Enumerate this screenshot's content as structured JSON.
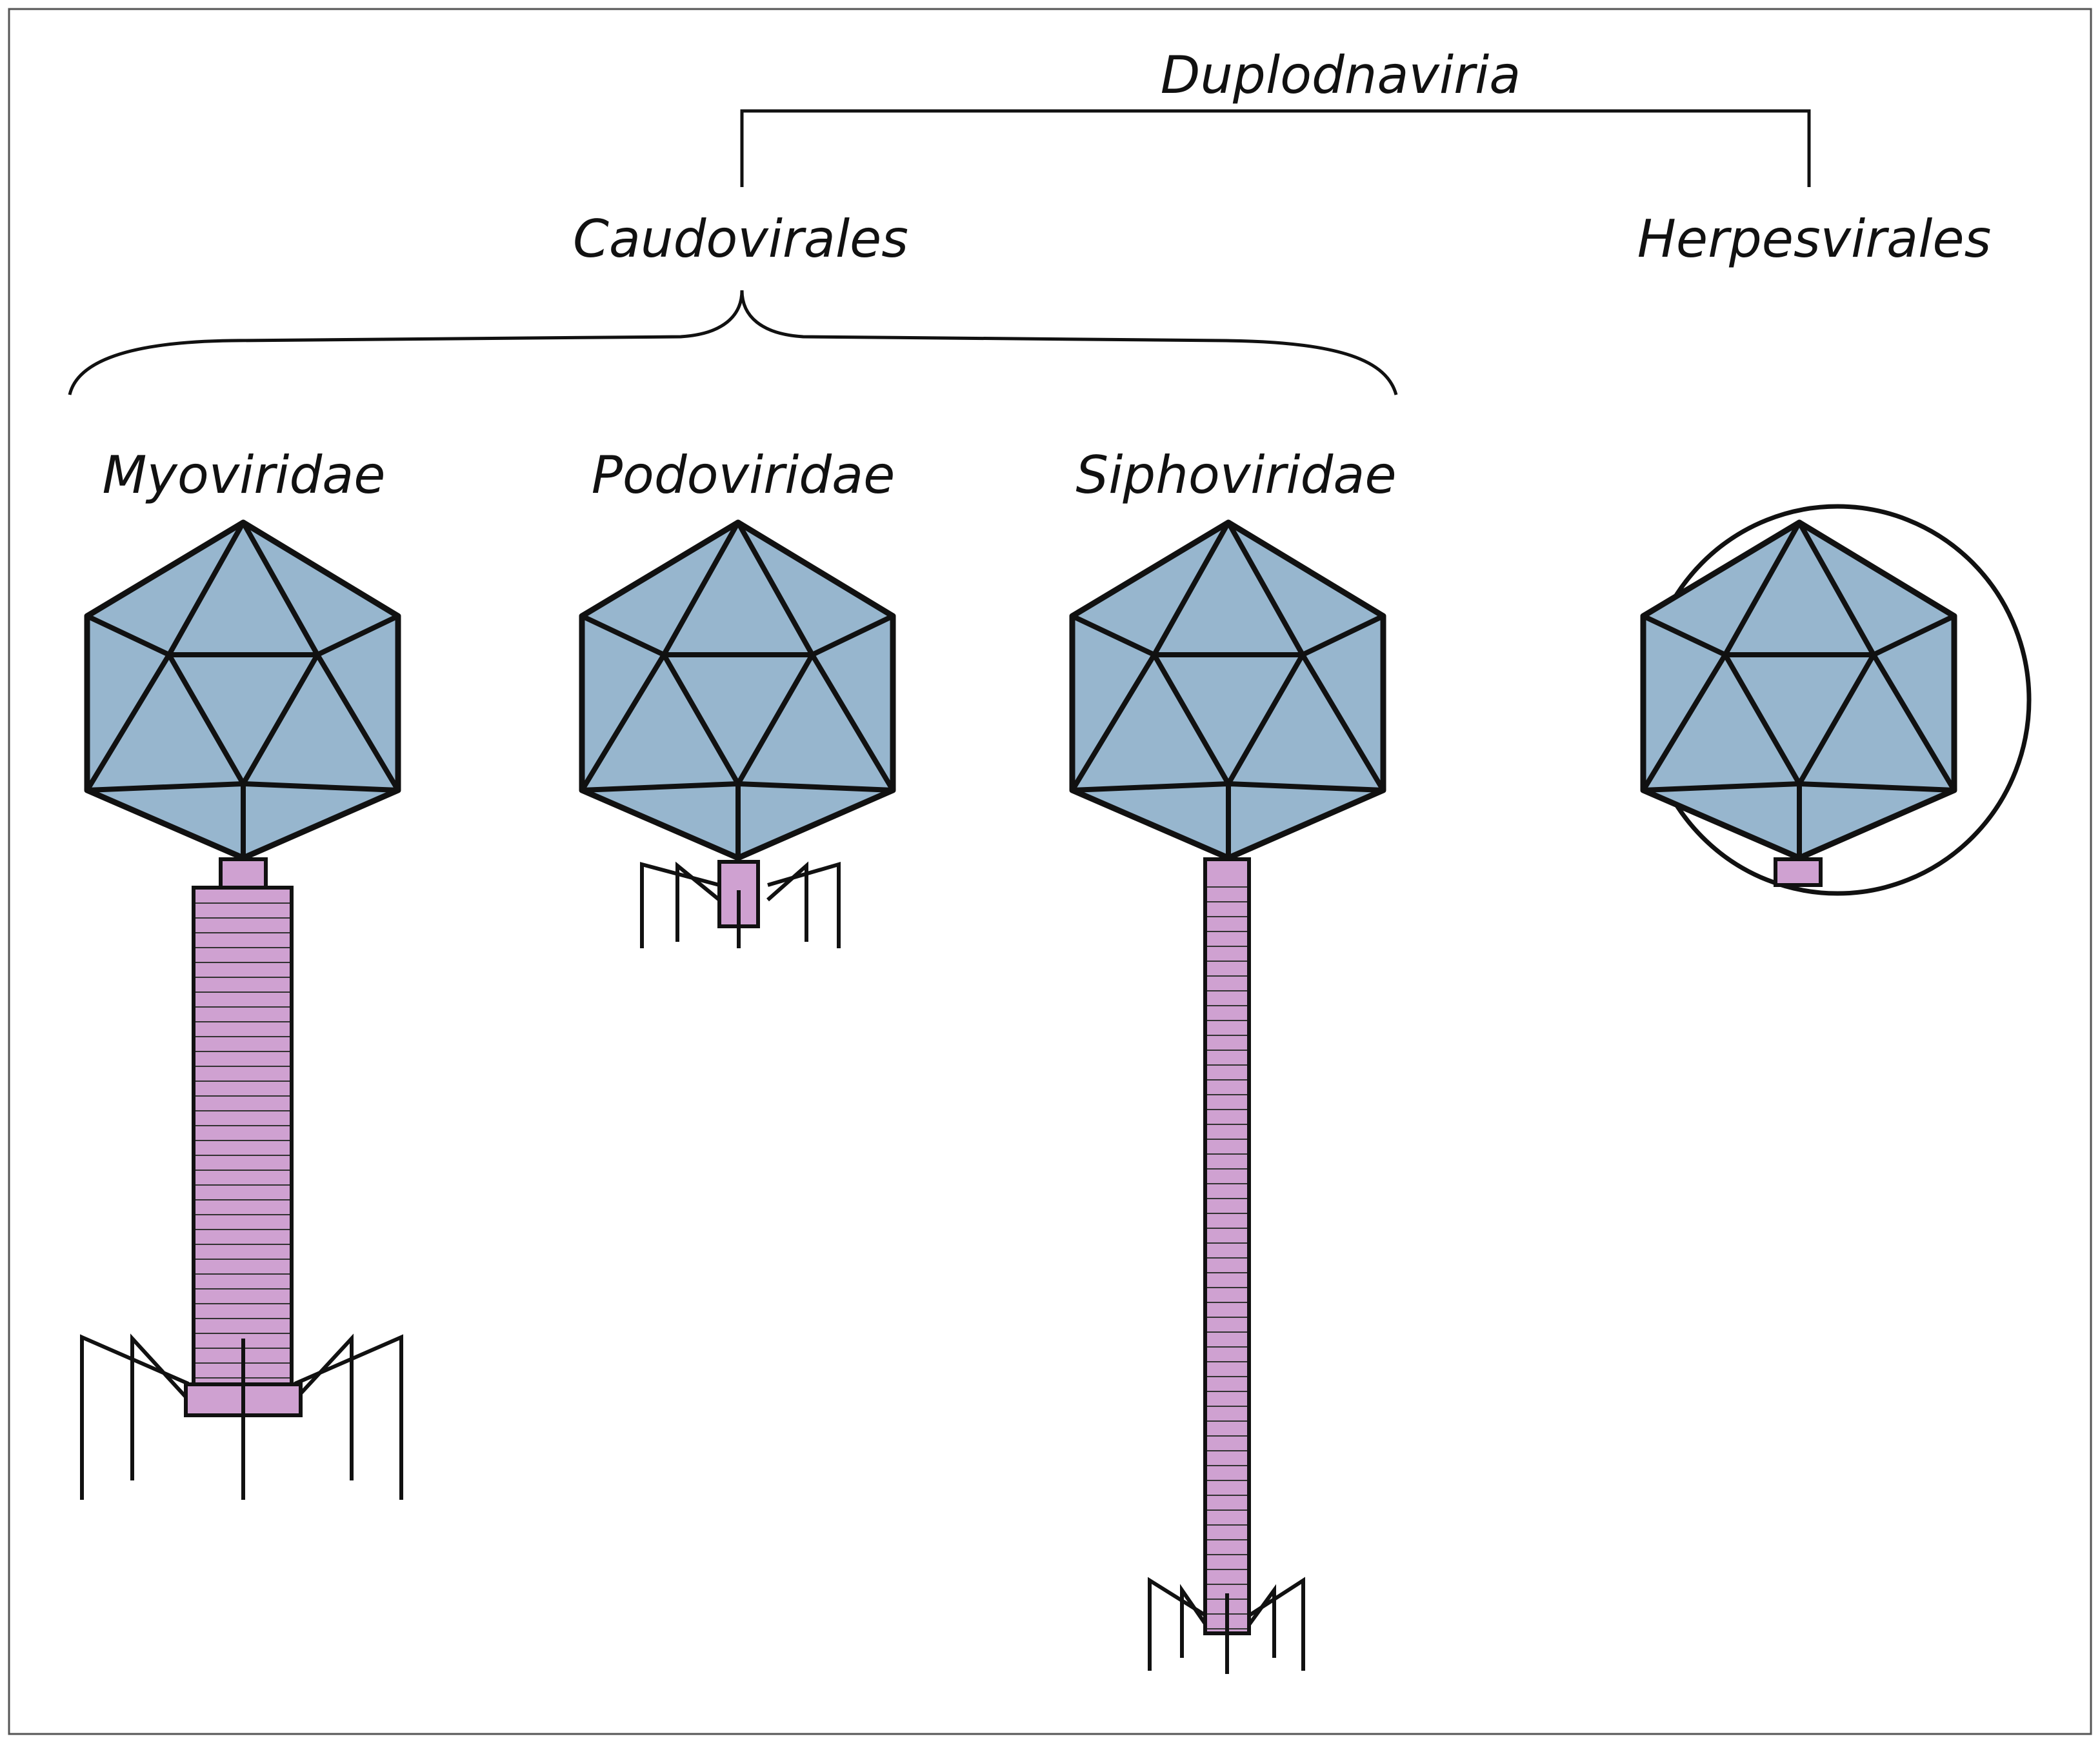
{
  "labels": {
    "realm": "Duplodnaviria",
    "order_caudovirales": "Caudovirales",
    "order_herpesvirales": "Herpesvirales",
    "family_myo": "Myoviridae",
    "family_podo": "Podoviridae",
    "family_sipho": "Siphoviridae"
  },
  "colors": {
    "capsid": "#97b6ce",
    "tail": "#cfa1d1",
    "stroke": "#111111",
    "frame": "#555555",
    "background": "#ffffff"
  }
}
